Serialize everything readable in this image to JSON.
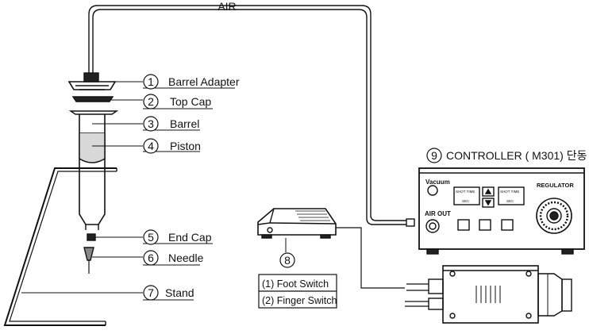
{
  "air_label": "AIR",
  "parts": [
    {
      "num": "1",
      "label": "Barrel Adapter"
    },
    {
      "num": "2",
      "label": "Top Cap"
    },
    {
      "num": "3",
      "label": "Barrel"
    },
    {
      "num": "4",
      "label": "Piston"
    },
    {
      "num": "5",
      "label": "End Cap"
    },
    {
      "num": "6",
      "label": "Needle"
    },
    {
      "num": "7",
      "label": "Stand"
    }
  ],
  "switch": {
    "num": "8",
    "options": [
      "(1) Foot Switch",
      "(2) Finger Switch"
    ]
  },
  "controller": {
    "num": "9",
    "title": "CONTROLLER ( M301) 단동",
    "vacuum_label": "Vacuum",
    "air_out_label": "AIR OUT",
    "regulator_label": "REGULATOR",
    "display_label": "SHOT TIME",
    "display_unit": "SEC"
  }
}
